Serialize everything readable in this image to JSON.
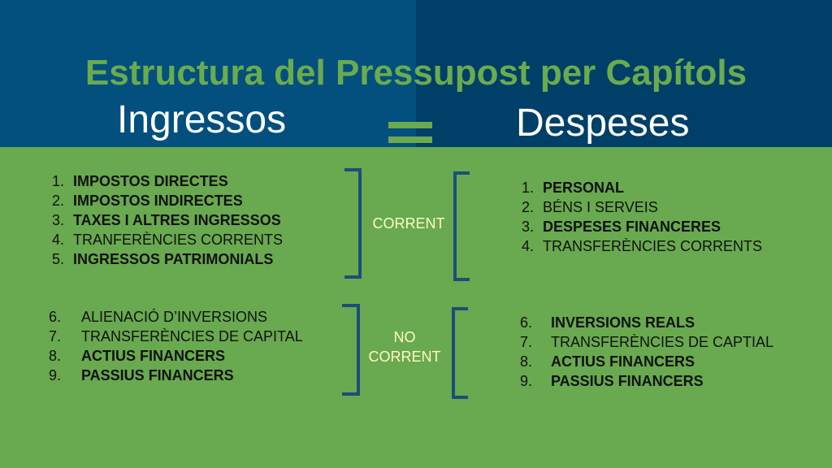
{
  "title": "Estructura del Pressupost per Capítols",
  "income_heading": "Ingressos",
  "expense_heading": "Despeses",
  "labels": {
    "current": "CORRENT",
    "non_current_line1": "NO",
    "non_current_line2": "CORRENT"
  },
  "income_current": [
    {
      "num": "1.",
      "text": "IMPOSTOS DIRECTES"
    },
    {
      "num": "2.",
      "text": "IMPOSTOS INDIRECTES"
    },
    {
      "num": "3.",
      "text": "TAXES I ALTRES INGRESSOS"
    },
    {
      "num": "4.",
      "text": "TRANFERÈNCIES CORRENTS"
    },
    {
      "num": "5.",
      "text": "INGRESSOS PATRIMONIALS"
    }
  ],
  "income_non_current": [
    {
      "num": "6.",
      "text": "ALIENACIÓ D’INVERSIONS"
    },
    {
      "num": "7.",
      "text": "TRANSFERÈNCIES DE CAPITAL"
    },
    {
      "num": "8.",
      "text": "ACTIUS FINANCERS"
    },
    {
      "num": "9.",
      "text": "PASSIUS FINANCERS"
    }
  ],
  "expense_current": [
    {
      "num": "1.",
      "text": "PERSONAL"
    },
    {
      "num": "2.",
      "text": "BÉNS I SERVEIS"
    },
    {
      "num": "3.",
      "text": "DESPESES FINANCERES"
    },
    {
      "num": "4.",
      "text": "TRANSFERÈNCIES CORRENTS"
    }
  ],
  "expense_non_current": [
    {
      "num": "6.",
      "text": "INVERSIONS REALS"
    },
    {
      "num": "7.",
      "text": "TRANSFERÈNCIES DE CAPTIAL"
    },
    {
      "num": "8.",
      "text": "ACTIUS FINANCERS"
    },
    {
      "num": "9.",
      "text": "PASSIUS FINANCERS"
    }
  ],
  "colors": {
    "top_left": "#03507e",
    "top_right": "#003f68",
    "bottom": "#69a94f",
    "title": "#6aab4f",
    "bracket": "#1b4f7a",
    "label": "#fffbc4"
  }
}
